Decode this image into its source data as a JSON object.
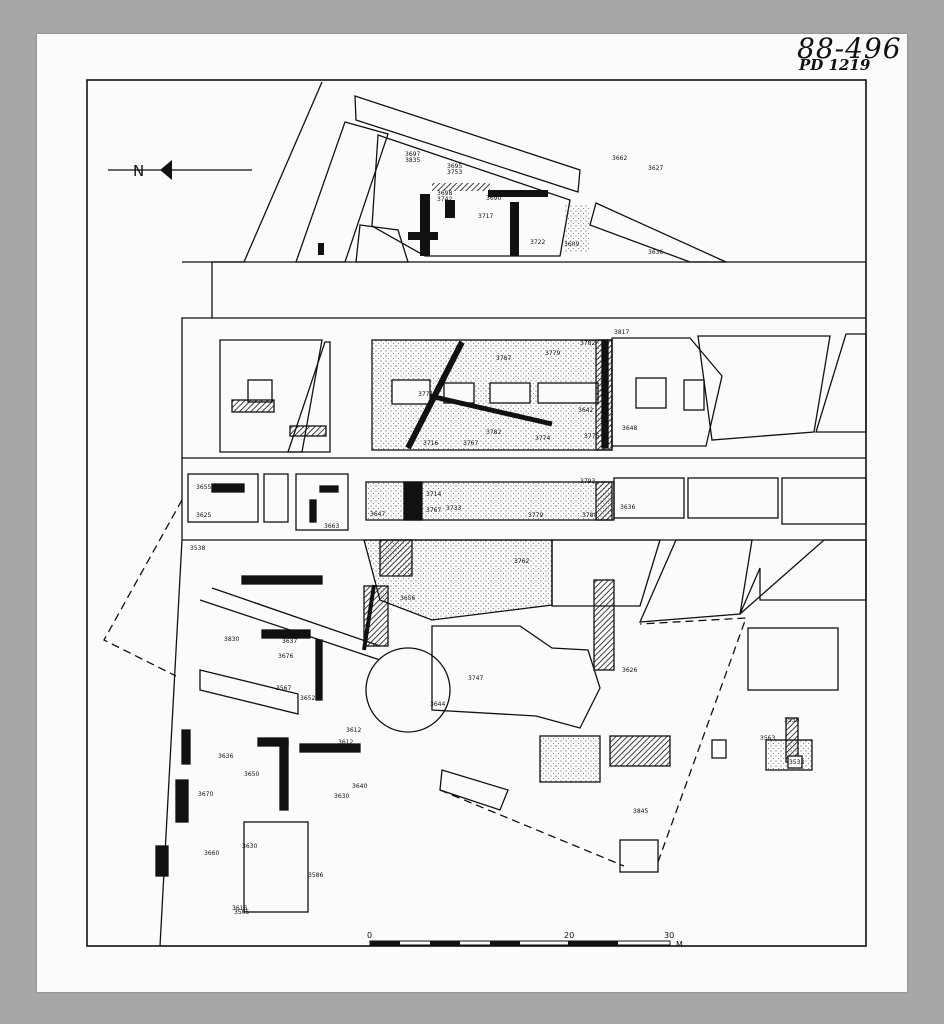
{
  "sheet": {
    "ref_number": "88-496",
    "ref_code": "PD 1219"
  },
  "north_arrow": {
    "label": "N"
  },
  "scale_bar": {
    "ticks": [
      "0",
      "20",
      "30"
    ],
    "unit": "M"
  },
  "spot_heights": [
    "3697",
    "3695",
    "3698",
    "3690",
    "3717",
    "3722",
    "3662",
    "3627",
    "3609",
    "3636",
    "3817",
    "3782",
    "3787",
    "3779",
    "3771",
    "3642",
    "3648",
    "3716",
    "3767",
    "3774",
    "3776",
    "3782",
    "3647",
    "3793",
    "3636",
    "3655",
    "3625",
    "3663",
    "3714",
    "3733",
    "3779",
    "3780",
    "3767",
    "3538",
    "3762",
    "3656",
    "3830",
    "3637",
    "3676",
    "3567",
    "3652",
    "3626",
    "3612",
    "3747",
    "3644",
    "3612",
    "3636",
    "3650",
    "3640",
    "3630",
    "3670",
    "3630",
    "3660",
    "3586",
    "3505",
    "3616",
    "3538",
    "3563",
    "3533",
    "3845",
    "3835",
    "3753",
    "3742"
  ],
  "colors": {
    "ink": "#111111",
    "paper": "#fbfbfb",
    "background": "#a7a7a7"
  }
}
